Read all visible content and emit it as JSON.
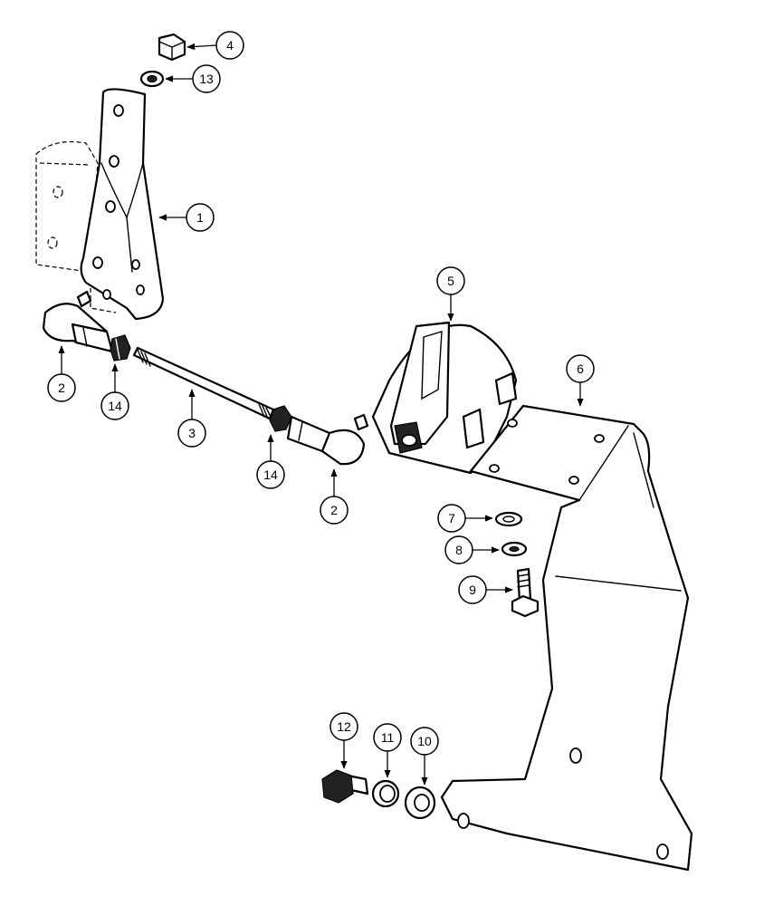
{
  "callouts": [
    {
      "id": "c1",
      "label": "1"
    },
    {
      "id": "c2a",
      "label": "2"
    },
    {
      "id": "c2b",
      "label": "2"
    },
    {
      "id": "c3",
      "label": "3"
    },
    {
      "id": "c4",
      "label": "4"
    },
    {
      "id": "c5",
      "label": "5"
    },
    {
      "id": "c6",
      "label": "6"
    },
    {
      "id": "c7",
      "label": "7"
    },
    {
      "id": "c8",
      "label": "8"
    },
    {
      "id": "c9",
      "label": "9"
    },
    {
      "id": "c10",
      "label": "10"
    },
    {
      "id": "c11",
      "label": "11"
    },
    {
      "id": "c12",
      "label": "12"
    },
    {
      "id": "c13",
      "label": "13"
    },
    {
      "id": "c14a",
      "label": "14"
    },
    {
      "id": "c14b",
      "label": "14"
    }
  ]
}
